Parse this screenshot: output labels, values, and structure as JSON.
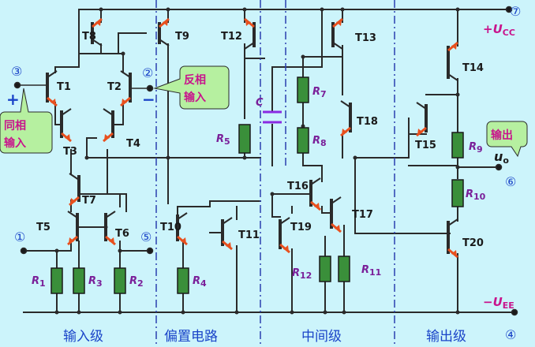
{
  "colors": {
    "background": "#ccf4fb",
    "wire": "#2a2a2a",
    "transistor_arrow": "#e8501e",
    "resistor_fill": "#3a8f3a",
    "component_label": "#7a1f99",
    "pin_label": "#1a44c8",
    "callout_fill": "#b6f0a0",
    "callout_text": "#c8148c",
    "divider": "#2b3fb0",
    "capacitor": "#8a2be2"
  },
  "transistors": [
    "T1",
    "T2",
    "T3",
    "T4",
    "T5",
    "T6",
    "T7",
    "T8",
    "T9",
    "T10",
    "T11",
    "T12",
    "T13",
    "T14",
    "T15",
    "T16",
    "T17",
    "T18",
    "T19",
    "T20"
  ],
  "resistors": {
    "R1": {
      "letter": "R",
      "sub": "1"
    },
    "R2": {
      "letter": "R",
      "sub": "2"
    },
    "R3": {
      "letter": "R",
      "sub": "3"
    },
    "R4": {
      "letter": "R",
      "sub": "4"
    },
    "R5": {
      "letter": "R",
      "sub": "5"
    },
    "R7": {
      "letter": "R",
      "sub": "7"
    },
    "R8": {
      "letter": "R",
      "sub": "8"
    },
    "R9": {
      "letter": "R",
      "sub": "9"
    },
    "R10": {
      "letter": "R",
      "sub": "10"
    },
    "R11": {
      "letter": "R",
      "sub": "11"
    },
    "R12": {
      "letter": "R",
      "sub": "12"
    }
  },
  "capacitor_label": "C",
  "pins": {
    "p1": "①",
    "p2": "②",
    "p3": "③",
    "p4": "④",
    "p5": "⑤",
    "p6": "⑥",
    "p7": "⑦"
  },
  "signs": {
    "plus": "+",
    "minus": "−"
  },
  "supplies": {
    "vcc": {
      "sign": "+",
      "letter": "U",
      "sub": "CC"
    },
    "vee": {
      "sign": "−",
      "letter": "U",
      "sub": "EE"
    }
  },
  "output": {
    "letter": "u",
    "sub": "o"
  },
  "callouts": {
    "non_inverting": [
      "同相",
      "输入"
    ],
    "inverting": [
      "反相",
      "输入"
    ],
    "output": [
      "输出"
    ]
  },
  "sections": [
    "输入级",
    "偏置电路",
    "中间级",
    "输出级"
  ]
}
